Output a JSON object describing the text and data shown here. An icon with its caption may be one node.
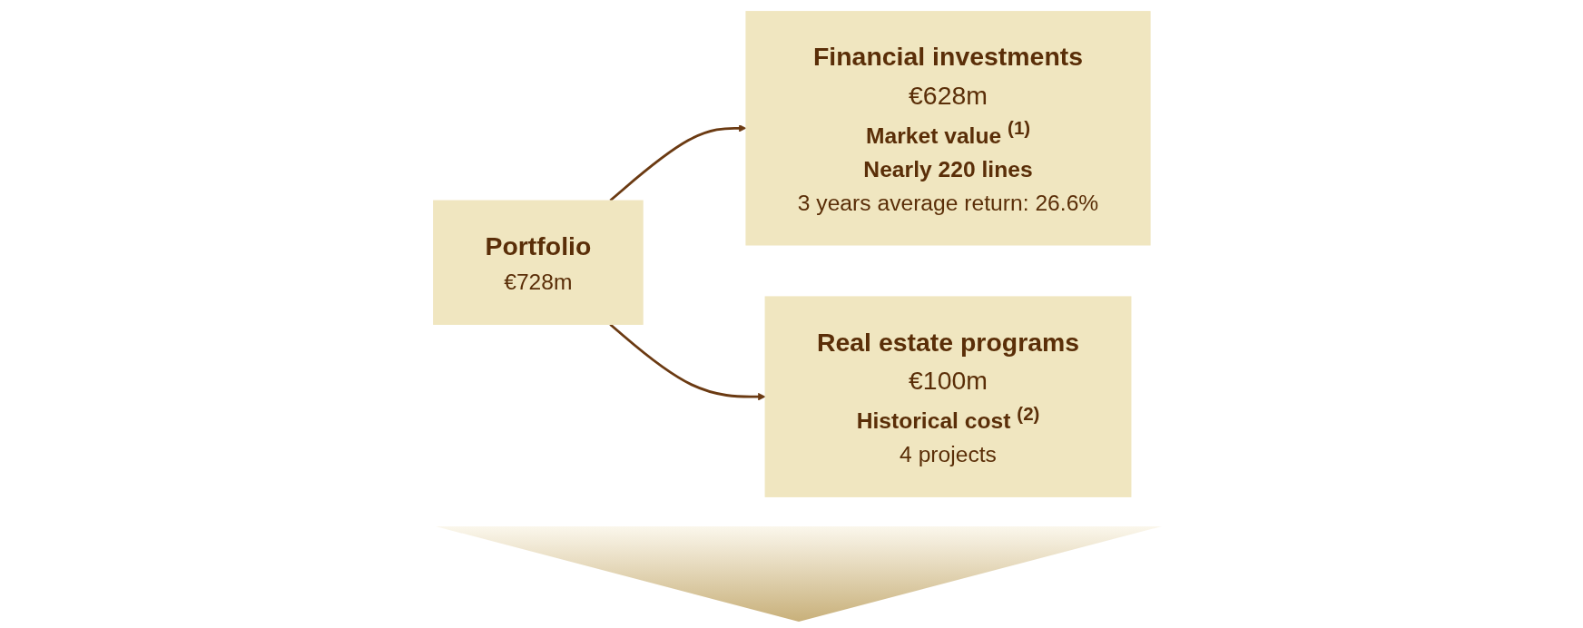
{
  "diagram": {
    "nodes": [
      {
        "text": [
          "Portfolio",
          "€728m"
        ]
      },
      {
        "text": [
          "Financial investments",
          "€628m",
          "Market value $^{(1)}$",
          "Nearly 220 lines",
          "3 years average return: 26.6%"
        ]
      },
      {
        "text": [
          "Real estate programs",
          "€100m",
          "Historical cost $^{(2)}$",
          "4 projects"
        ]
      }
    ],
    "edges": [
      {
        "from": 0,
        "to": 1,
        "arrow": "to"
      },
      {
        "from": 0,
        "to": 2,
        "arrow": "to"
      }
    ]
  }
}
